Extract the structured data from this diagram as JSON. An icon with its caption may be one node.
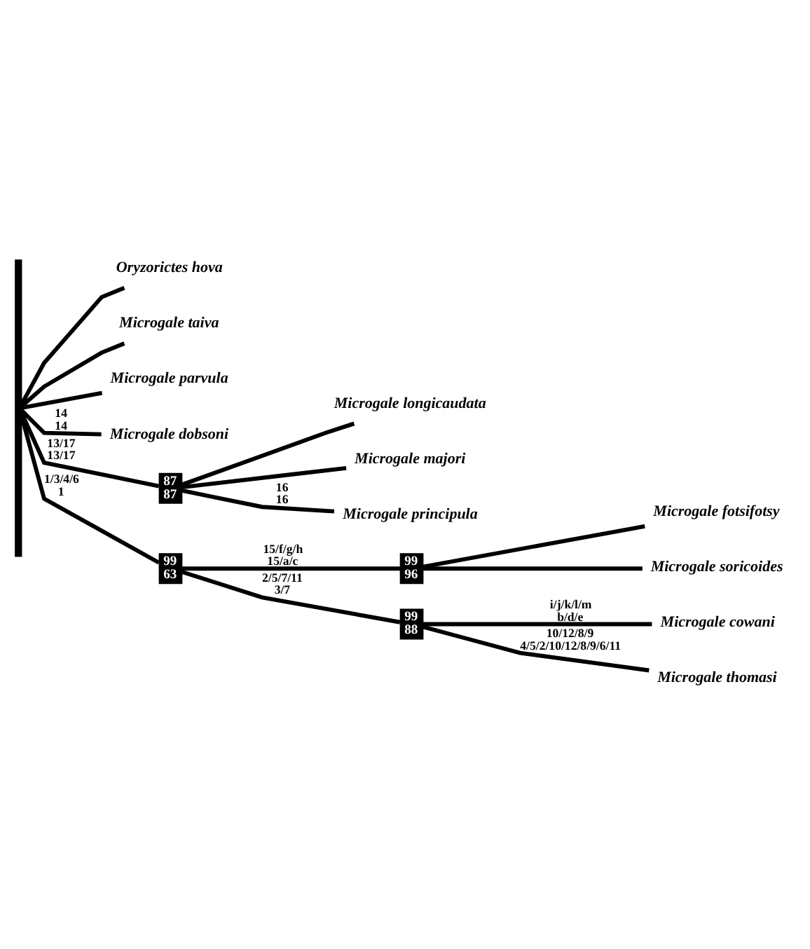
{
  "diagram": {
    "nodes": [
      {
        "text": [],
        "shape": "bar"
      },
      {
        "text": [
          "Oryzorictes hova"
        ]
      },
      {
        "text": [
          "Microgale taiva"
        ]
      },
      {
        "text": [
          "Microgale parvula"
        ]
      },
      {
        "text": [
          "Microgale dobsoni"
        ]
      },
      {
        "text": [
          "87",
          "87"
        ]
      },
      {
        "text": [
          "Microgale longicaudata"
        ]
      },
      {
        "text": [
          "Microgale majori"
        ]
      },
      {
        "text": [
          "Microgale principula"
        ]
      },
      {
        "text": [
          "99",
          "63"
        ]
      },
      {
        "text": [
          "99",
          "96"
        ]
      },
      {
        "text": [
          "Microgale fotsifotsy"
        ]
      },
      {
        "text": [
          "Microgale soricoides"
        ]
      },
      {
        "text": [
          "99",
          "88"
        ]
      },
      {
        "text": [
          "Microgale cowani"
        ]
      },
      {
        "text": [
          "Microgale thomasi"
        ]
      }
    ],
    "edges": [
      {
        "from": 0,
        "to": 1,
        "arrow": "none"
      },
      {
        "from": 0,
        "to": 2,
        "arrow": "none"
      },
      {
        "from": 0,
        "to": 3,
        "arrow": "none"
      },
      {
        "from": 0,
        "to": 4,
        "arrow": "none",
        "label": [
          "14",
          "14"
        ]
      },
      {
        "from": 0,
        "to": 5,
        "arrow": "none",
        "label": [
          "13/17",
          "13/17"
        ]
      },
      {
        "from": 5,
        "to": 6,
        "arrow": "none"
      },
      {
        "from": 5,
        "to": 7,
        "arrow": "none"
      },
      {
        "from": 5,
        "to": 8,
        "arrow": "none",
        "label": [
          "16",
          "16"
        ]
      },
      {
        "from": 0,
        "to": 9,
        "arrow": "none",
        "label": [
          "1/3/4/6",
          "1"
        ]
      },
      {
        "from": 9,
        "to": 10,
        "arrow": "none",
        "label": [
          "15/f/g/h",
          "15/a/c"
        ]
      },
      {
        "from": 10,
        "to": 11,
        "arrow": "none"
      },
      {
        "from": 10,
        "to": 12,
        "arrow": "none"
      },
      {
        "from": 9,
        "to": 13,
        "arrow": "none",
        "label": [
          "2/5/7/11",
          "3/7"
        ]
      },
      {
        "from": 13,
        "to": 14,
        "arrow": "none",
        "label": [
          "i/j/k/l/m",
          "b/d/e"
        ]
      },
      {
        "from": 13,
        "to": 15,
        "arrow": "none",
        "label": [
          "10/12/8/9",
          "4/5/2/10/12/8/9/6/11"
        ]
      }
    ]
  }
}
